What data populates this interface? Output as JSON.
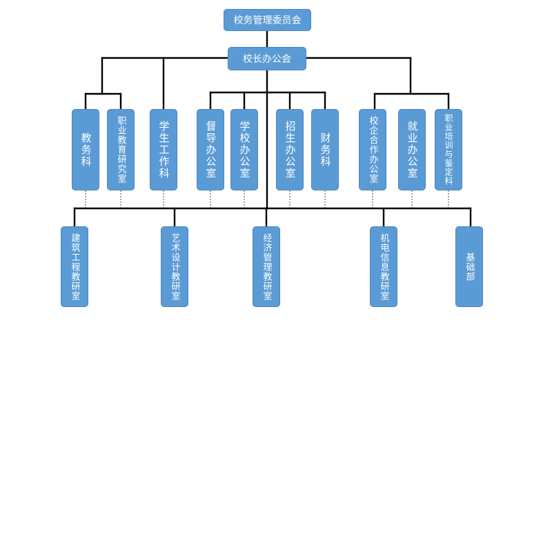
{
  "top": {
    "committee": "校务管理委员会",
    "principal_office": "校长办公会"
  },
  "departments": [
    "教务科",
    "职业教育研究室",
    "学生工作科",
    "督导办公室",
    "学校办公室",
    "招生办公室",
    "财务科",
    "校企合作办公室",
    "就业办公室",
    "职业培训与鉴定科"
  ],
  "teaching_units": [
    "建筑工程教研室",
    "艺术设计教研室",
    "经济管理教研室",
    "机电信息教研室",
    "基础部"
  ],
  "colors": {
    "box_fill": "#5b9bd5",
    "box_border": "#4a86c0",
    "connector": "#000000",
    "text": "#ffffff"
  }
}
